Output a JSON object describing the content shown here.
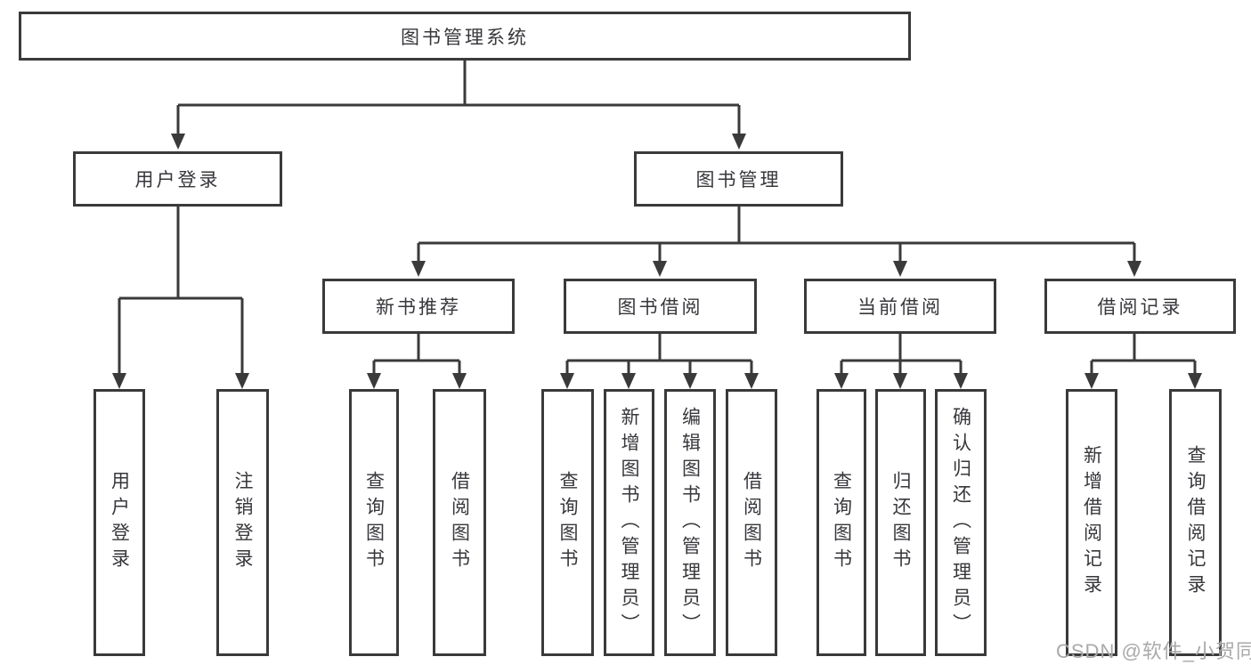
{
  "nodes": {
    "root": "图书管理系统",
    "user_login": "用户登录",
    "book_mgmt": "图书管理",
    "new_books": "新书推荐",
    "book_borrow": "图书借阅",
    "current_borrow": "当前借阅",
    "borrow_records": "借阅记录",
    "leaf_user_login": "用户登录",
    "leaf_logout": "注销登录",
    "nb_query": "查询图书",
    "nb_borrow": "借阅图书",
    "bb_query": "查询图书",
    "bb_add": "新增图书（管理员）",
    "bb_edit": "编辑图书（管理员）",
    "bb_borrow": "借阅图书",
    "cb_query": "查询图书",
    "cb_return": "归还图书",
    "cb_confirm": "确认归还（管理员）",
    "br_add": "新增借阅记录",
    "br_query": "查询借阅记录"
  },
  "watermark": "CSDN @软件_小贺同学",
  "colors": {
    "line": "#3a3a3a",
    "text": "#37373c",
    "watermark": "#a9a9a9",
    "background": "#ffffff"
  }
}
